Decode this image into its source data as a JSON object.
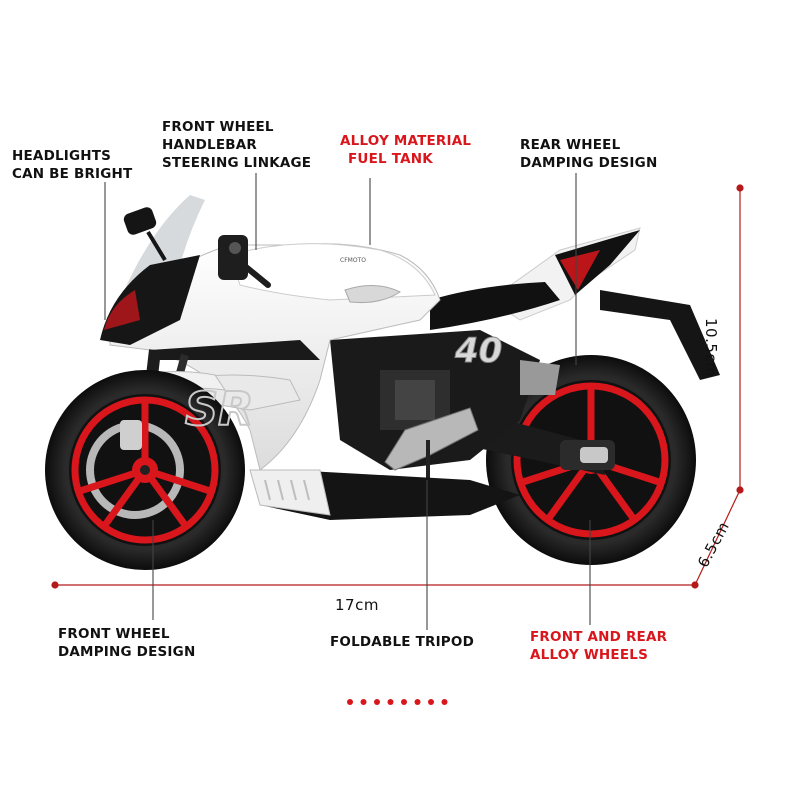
{
  "labels": {
    "headlights": [
      "HEADLIGHTS",
      "CAN BE BRIGHT"
    ],
    "front_handlebar": [
      "FRONT WHEEL",
      "HANDLEBAR",
      "STEERING LINKAGE"
    ],
    "fuel_tank": [
      "ALLOY MATERIAL",
      "FUEL TANK"
    ],
    "rear_damping": [
      "REAR WHEEL",
      "DAMPING DESIGN"
    ],
    "front_damping": [
      "FRONT WHEEL",
      "DAMPING DESIGN"
    ],
    "tripod": [
      "FOLDABLE TRIPOD"
    ],
    "alloy_wheels": [
      "FRONT AND REAR",
      "ALLOY WHEELS"
    ]
  },
  "dimensions": {
    "length": "17cm",
    "height": "10.5cm",
    "width": "6.5cm"
  },
  "bike": {
    "number": "40",
    "side_mark": "SR",
    "tank_brand": "CFMOTO"
  },
  "colors": {
    "accent_red": "#d9161c",
    "body_white": "#f4f4f4",
    "frame_black": "#141414",
    "dimension_line": "#b51a1a"
  },
  "pagination": {
    "dot_count": 8
  }
}
